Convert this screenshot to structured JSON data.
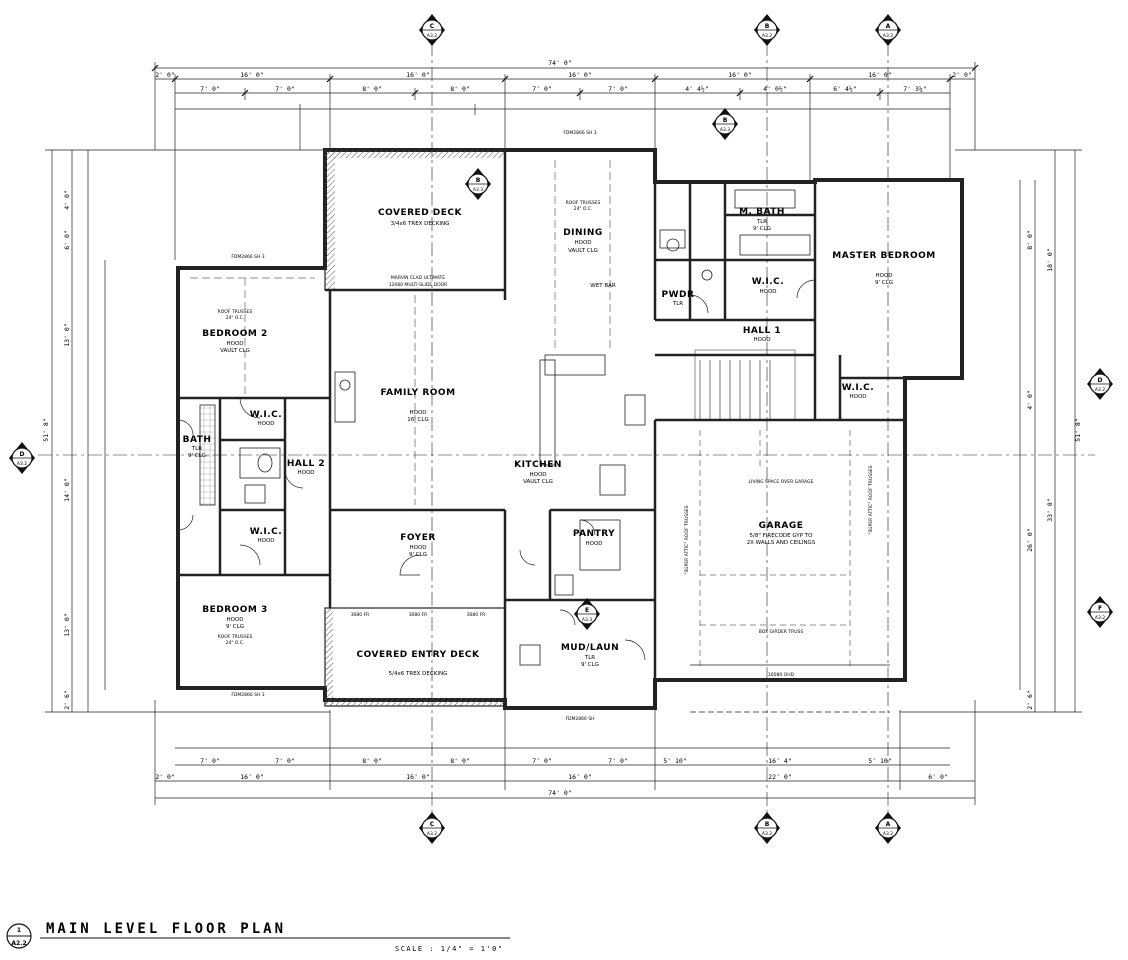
{
  "title": "MAIN LEVEL FLOOR PLAN",
  "scale": "SCALE : 1/4\" = 1'0\"",
  "drawing_ref": {
    "number": "1",
    "sheet": "A2.2"
  },
  "overall_width": "74' 0\"",
  "overall_depth": "51' 8\"",
  "rooms": {
    "covered_deck": {
      "name": "COVERED DECK",
      "lines": [
        "3/4x6 TREX DECKING"
      ]
    },
    "dining": {
      "name": "DINING",
      "lines": [
        "HOOD",
        "VAULT CLG"
      ]
    },
    "m_bath": {
      "name": "M. BATH",
      "lines": [
        "TLR",
        "9' CLG"
      ]
    },
    "master_bedroom": {
      "name": "MASTER BEDROOM",
      "lines": [
        "HOOD",
        "9' CLG"
      ]
    },
    "bedroom2": {
      "name": "BEDROOM 2",
      "lines": [
        "HOOD",
        "VAULT CLG"
      ]
    },
    "family_room": {
      "name": "FAMILY ROOM",
      "lines": [
        "HOOD",
        "16' CLG"
      ]
    },
    "wic_master": {
      "name": "W.I.C.",
      "lines": [
        "HOOD"
      ]
    },
    "pwdr": {
      "name": "PWDR",
      "lines": [
        "TLR"
      ]
    },
    "hall1": {
      "name": "HALL 1",
      "lines": [
        "HOOD"
      ]
    },
    "wic_nw": {
      "name": "W.I.C.",
      "lines": [
        "HOOD"
      ]
    },
    "bath": {
      "name": "BATH",
      "lines": [
        "TLR",
        "9' CLG"
      ]
    },
    "hall2": {
      "name": "HALL 2",
      "lines": [
        "HOOD"
      ]
    },
    "wic_sw": {
      "name": "W.I.C.",
      "lines": [
        "HOOD"
      ]
    },
    "wic_e": {
      "name": "W.I.C.",
      "lines": [
        "HOOD"
      ]
    },
    "kitchen": {
      "name": "KITCHEN",
      "lines": [
        "HOOD",
        "VAULT CLG"
      ]
    },
    "foyer": {
      "name": "FOYER",
      "lines": [
        "HOOD",
        "9' CLG"
      ]
    },
    "pantry": {
      "name": "PANTRY",
      "lines": [
        "HOOD"
      ]
    },
    "garage": {
      "name": "GARAGE",
      "lines": [
        "5/8\" FIRECODE GYP TO",
        "2X WALLS AND CEILINGS"
      ]
    },
    "bedroom3": {
      "name": "BEDROOM 3",
      "lines": [
        "HOOD",
        "9' CLG"
      ]
    },
    "covered_entry": {
      "name": "COVERED ENTRY DECK",
      "lines": [
        "5/4x6 TREX DECKING"
      ]
    },
    "mud_laun": {
      "name": "MUD/LAUN",
      "lines": [
        "TLR",
        "9' CLG"
      ]
    }
  },
  "notes": {
    "wet_bar": "WET BAR",
    "marvin": "MARVIN CLAD ULTIMATE",
    "slide_door": "12080 MULTI-SLIDE DOOR",
    "roof_trusses": "ROOF TRUSSES",
    "oc24": "24\" O.C.",
    "living_space": "LIVING SPACE OVER GARAGE",
    "ohd": "16080 OHD",
    "box_girder": "BOX GIRDER TRUSS",
    "w_top_a": "FDM2866 SH 3",
    "w_top_b": "FDM2866 SH 3",
    "w_bot_a": "FDM2866 SH 3",
    "w_bot_b": "FDM2866 SH",
    "door_3080": "3080 FR",
    "attic_trusses": "\"SUPER ATTIC\" ROOF TRUSSES"
  },
  "dims": {
    "top_overall": "74' 0\"",
    "top_row": [
      "2' 0\"",
      "16' 0\"",
      "16' 0\"",
      "16' 0\"",
      "16' 0\"",
      "16' 0\"",
      "2' 0\""
    ],
    "top_row2": [
      "7' 0\"",
      "7' 0\"",
      "8' 0\"",
      "8' 0\"",
      "7' 0\"",
      "7' 0\"",
      "4' 4½\"",
      "4' 0½\"",
      "6' 4½\"",
      "7' 3¼\""
    ],
    "bottom_overall": "74' 0\"",
    "bottom_row": [
      "2' 0\"",
      "16' 0\"",
      "16' 0\"",
      "16' 0\"",
      "22' 0\"",
      "6' 0\""
    ],
    "bottom_row2": [
      "7' 0\"",
      "7' 0\"",
      "8' 0\"",
      "8' 0\"",
      "7' 0\"",
      "7' 0\"",
      "5' 10\"",
      "16' 4\"",
      "5' 10\""
    ],
    "left_overall": "51' 8\"",
    "right_overall": "51' 8\"",
    "left_col": [
      "4' 0\"",
      "6' 0\"",
      "13' 0\"",
      "14' 0\"",
      "13' 0\"",
      "2' 6\""
    ],
    "right_col": [
      "8' 0\"",
      "4' 0\"",
      "26' 0\"",
      "2' 6\""
    ],
    "right_col2": [
      "18' 0\"",
      "33' 8\""
    ]
  },
  "section_markers": [
    {
      "letter": "C",
      "sheet": "A3.2"
    },
    {
      "letter": "B",
      "sheet": "A3.2"
    },
    {
      "letter": "A",
      "sheet": "A3.2"
    },
    {
      "letter": "D",
      "sheet": "A3.2"
    },
    {
      "letter": "D",
      "sheet": "A3.2"
    },
    {
      "letter": "F",
      "sheet": "A3.2"
    },
    {
      "letter": "C",
      "sheet": "A3.2"
    },
    {
      "letter": "B",
      "sheet": "A3.2"
    },
    {
      "letter": "A",
      "sheet": "A3.2"
    },
    {
      "letter": "B",
      "sheet": "A3.3"
    },
    {
      "letter": "B",
      "sheet": "A3.3"
    },
    {
      "letter": "E",
      "sheet": "A3.3"
    }
  ],
  "colors": {
    "ink": "#111111",
    "wall": "#2b2b2b",
    "hatch": "#555555",
    "paper": "#ffffff"
  }
}
